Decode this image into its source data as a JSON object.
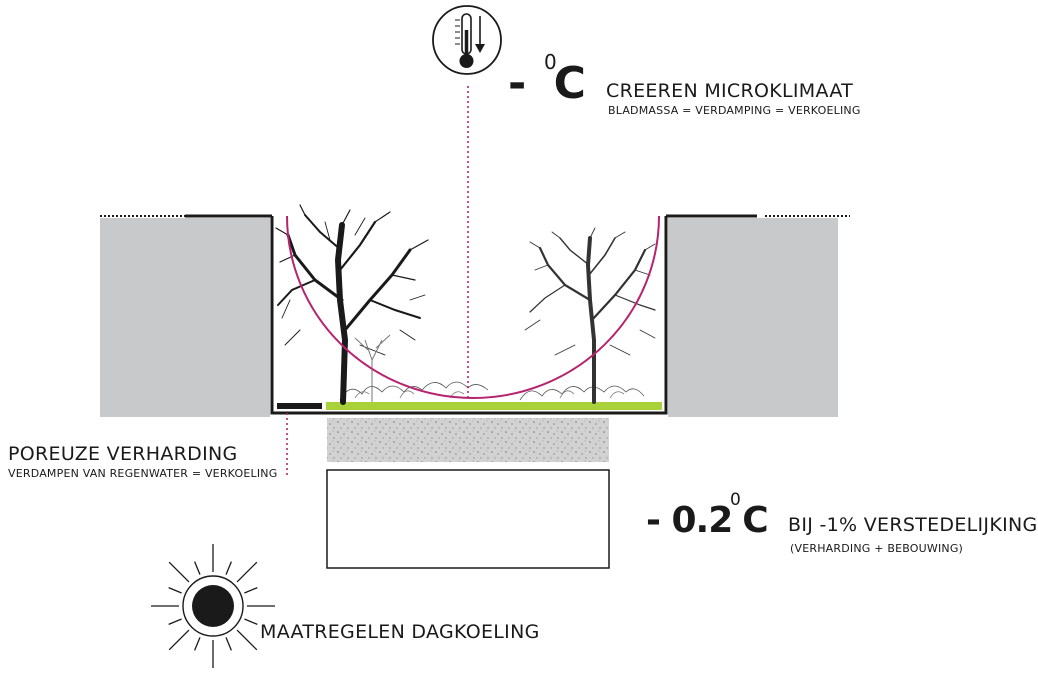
{
  "top": {
    "temp_prefix": "- ",
    "temp_sup": "0",
    "temp_unit": "C",
    "title": "CREEREN MICROKLIMAAT",
    "subtitle": "BLADMASSA = VERDAMPING = VERKOELING",
    "icon": "thermometer-down-icon"
  },
  "left": {
    "title": "POREUZE VERHARDING",
    "subtitle": "VERDAMPEN VAN REGENWATER = VERKOELING"
  },
  "right": {
    "temp_value": "- 0.2",
    "temp_sup": "0",
    "temp_unit": "C",
    "title": "BIJ -1% VERSTEDELIJKING",
    "subtitle": "(VERHARDING + BEBOUWING)"
  },
  "bottom": {
    "label": "MAATREGELEN DAGKOELING",
    "icon": "sun-icon"
  },
  "colors": {
    "accent_magenta": "#b5246f",
    "grass_green": "#a8d13a",
    "building_gray": "#c8c9cb",
    "gravel_gray": "#cfcfcf",
    "ink": "#1a1a1a"
  }
}
